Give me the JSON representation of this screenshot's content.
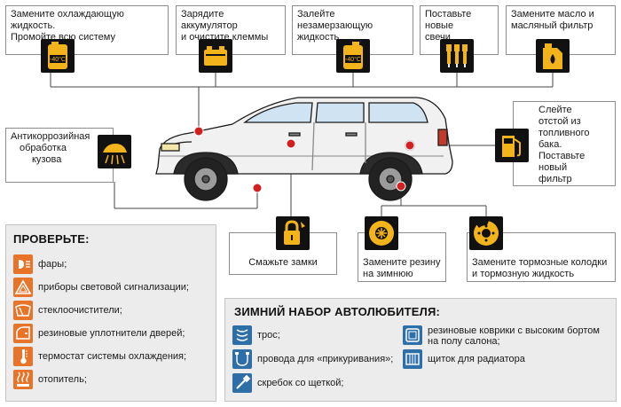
{
  "top_boxes": [
    {
      "lines": [
        "Замените охлаждающую жидкость.",
        "Промойте всю систему"
      ],
      "icon": "coolant-canister-icon",
      "badge": "-40°C"
    },
    {
      "lines": [
        "Зарядите аккумулятор",
        "и очистите клеммы"
      ],
      "icon": "battery-icon"
    },
    {
      "lines": [
        "Залейте незамерзающую",
        "жидкость"
      ],
      "icon": "washer-fluid-canister-icon",
      "badge": "-40°C"
    },
    {
      "lines": [
        "Поставьте новые",
        "свечи"
      ],
      "icon": "spark-plugs-icon"
    },
    {
      "lines": [
        "Замените масло и",
        "масляный фильтр"
      ],
      "icon": "oil-canister-icon"
    }
  ],
  "side_boxes": {
    "anticorrosion": {
      "lines": [
        "Антикоррозийная",
        "обработка",
        "кузова"
      ],
      "icon": "car-body-spray-icon"
    },
    "fuel": {
      "lines": [
        "Слейте",
        "отстой из",
        "топливного",
        "бака.",
        "Поставьте",
        "новый",
        "фильтр"
      ],
      "icon": "fuel-pump-icon"
    }
  },
  "bottom_boxes": [
    {
      "lines": [
        "Смажьте замки"
      ],
      "icon": "padlock-oil-icon"
    },
    {
      "lines": [
        "Замените резину",
        "на зимнюю"
      ],
      "icon": "winter-tire-icon"
    },
    {
      "lines": [
        "Замените тормозные колодки",
        "и тормозную жидкость"
      ],
      "icon": "brake-disc-icon"
    }
  ],
  "check_panel": {
    "title": "ПРОВЕРЬТЕ:",
    "items": [
      {
        "label": "фары;",
        "icon": "headlight-icon"
      },
      {
        "label": "приборы световой сигнализации;",
        "icon": "hazard-triangle-icon"
      },
      {
        "label": "стеклоочистители;",
        "icon": "wiper-icon"
      },
      {
        "label": "резиновые уплотнители дверей;",
        "icon": "door-seal-icon"
      },
      {
        "label": "термостат системы охлаждения;",
        "icon": "thermometer-icon"
      },
      {
        "label": "отопитель;",
        "icon": "heater-icon"
      }
    ]
  },
  "kit_panel": {
    "title": "ЗИМНИЙ НАБОР АВТОЛЮБИТЕЛЯ:",
    "left_items": [
      {
        "label": "трос;",
        "icon": "tow-rope-icon"
      },
      {
        "label": "провода для «прикуривания»;",
        "icon": "jumper-cables-icon"
      },
      {
        "label": "скребок со щеткой;",
        "icon": "scraper-brush-icon"
      }
    ],
    "right_items": [
      {
        "lines": [
          "резиновые коврики с высоким бортом",
          "на полу салона;"
        ],
        "icon": "floor-mat-icon"
      },
      {
        "lines": [
          "щиток для радиатора"
        ],
        "icon": "radiator-shield-icon"
      }
    ]
  },
  "colors": {
    "icon_bg": "#111111",
    "icon_yellow": "#f3b41b",
    "check_orange": "#e8742a",
    "kit_blue": "#2f6fa8",
    "marker_red": "#d21f1f",
    "panel_bg": "#ececec"
  }
}
